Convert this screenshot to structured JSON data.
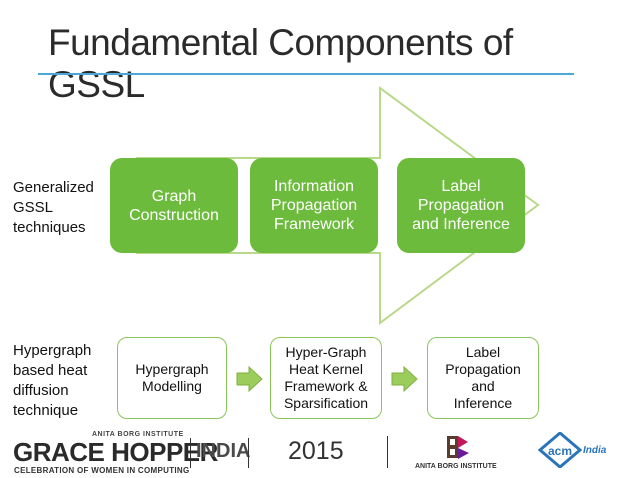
{
  "title": "Fundamental Components of GSSL",
  "row1": {
    "label": [
      "Generalized",
      "GSSL",
      "techniques"
    ],
    "boxes": [
      [
        "Graph",
        "Construction"
      ],
      [
        "Information",
        "Propagation",
        "Framework"
      ],
      [
        "Label",
        "Propagation",
        "and Inference"
      ]
    ]
  },
  "row2": {
    "label": [
      "Hypergraph",
      "based heat",
      "diffusion",
      "technique"
    ],
    "boxes": [
      [
        "Hypergraph",
        "Modelling"
      ],
      [
        "Hyper-Graph",
        "Heat Kernel",
        "Framework &",
        "Sparsification"
      ],
      [
        "Label",
        "Propagation",
        "and",
        "Inference"
      ]
    ]
  },
  "footer": {
    "org_small": "ANITA BORG INSTITUTE",
    "org_big": "GRACE HOPPER",
    "org_sub": "CELEBRATION OF WOMEN IN COMPUTING",
    "region": "INDIA",
    "year": "2015",
    "abi_label": "ANITA BORG INSTITUTE",
    "acm_region": "India"
  },
  "colors": {
    "green_box": "#6cbb3c",
    "arrow_outline": "#b9d98a",
    "title_rule": "#4aa7d8",
    "acm_blue": "#2a75b9"
  }
}
